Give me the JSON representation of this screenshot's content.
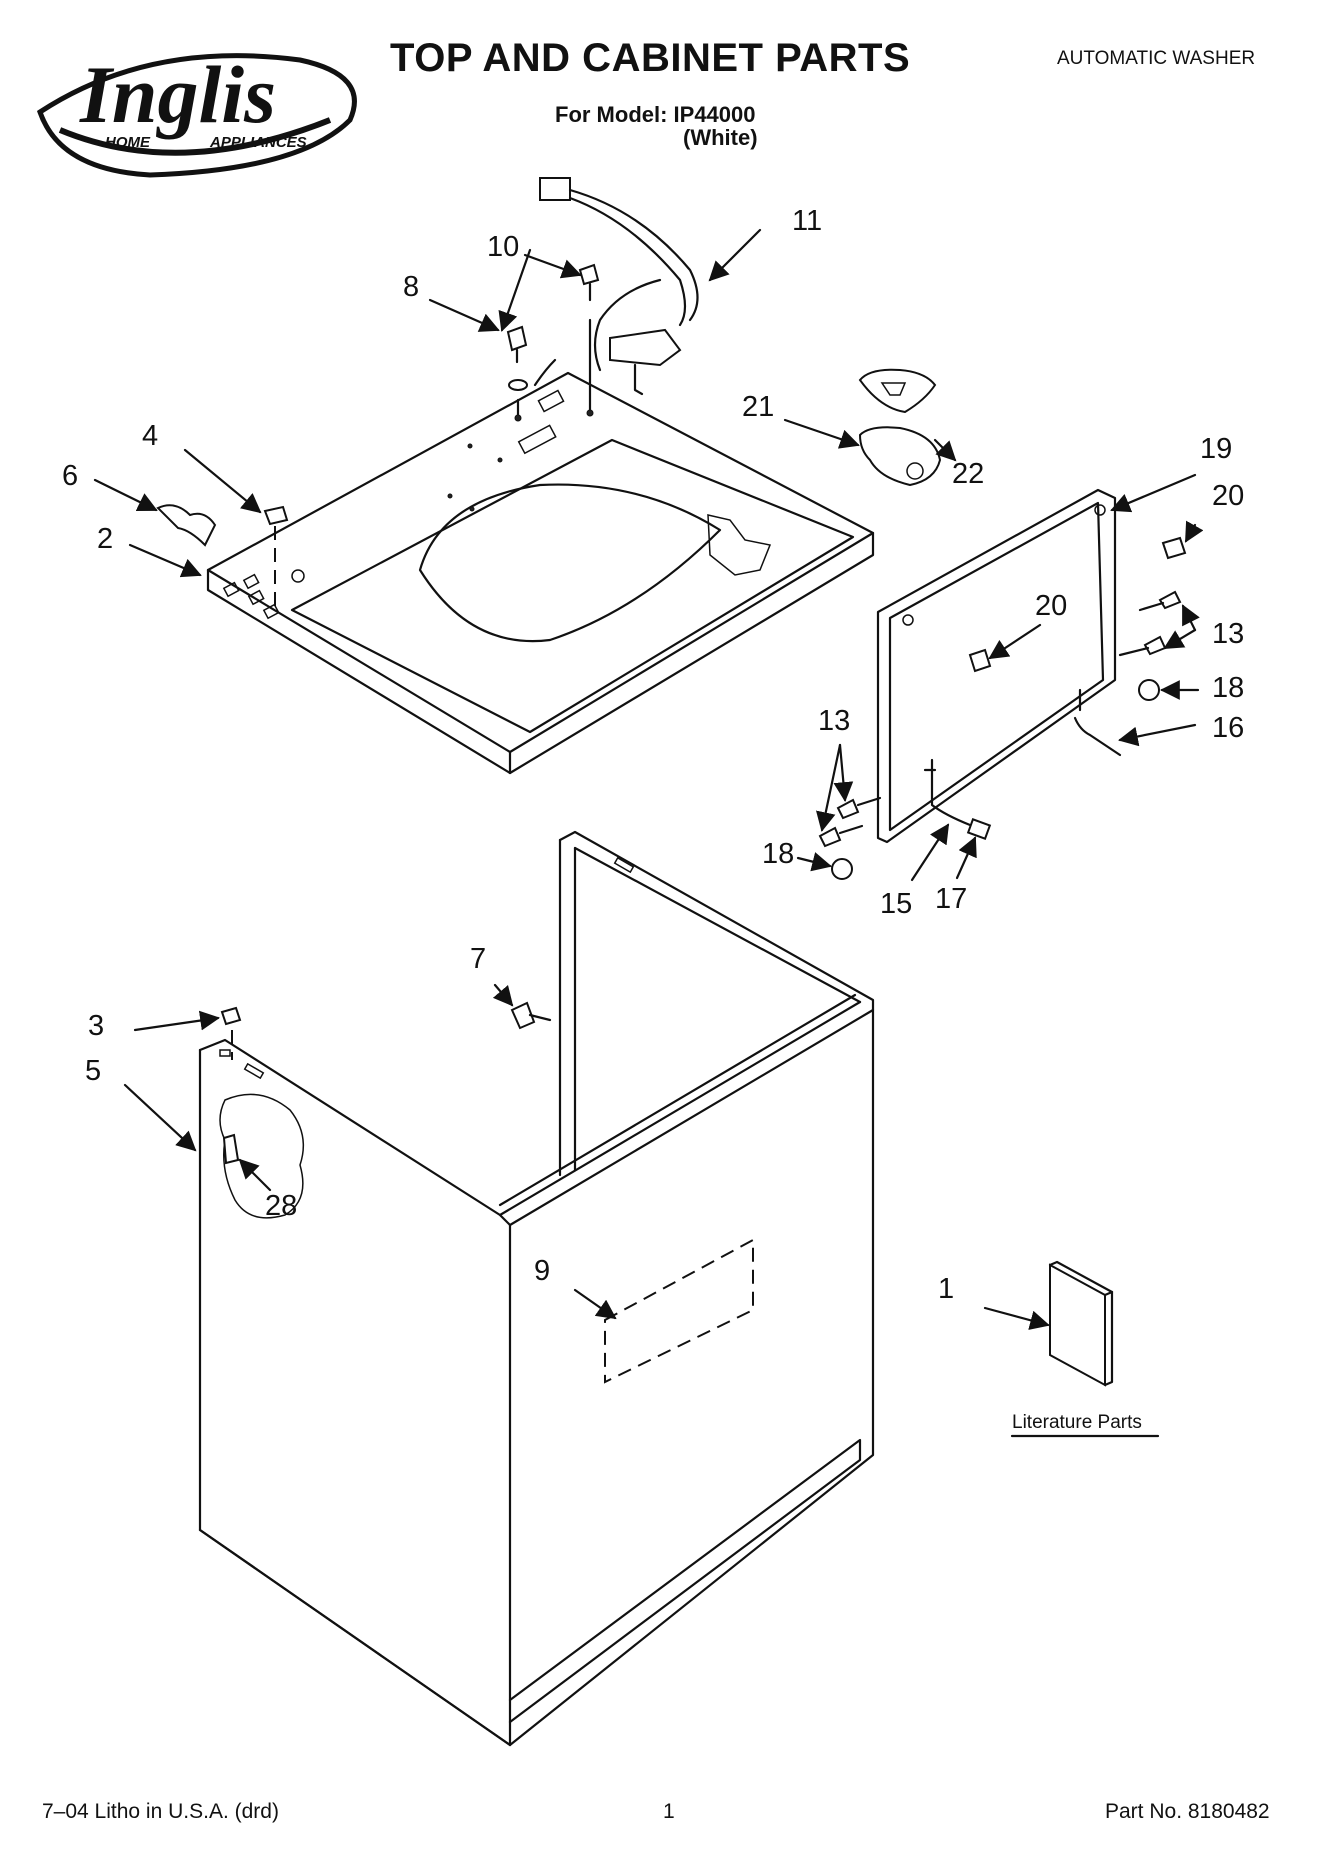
{
  "brand": {
    "name": "Inglis",
    "tagline_left": "HOME",
    "tagline_right": "APPLIANCES"
  },
  "header": {
    "title": "TOP AND CABINET PARTS",
    "model_line": "For Model: IP44000",
    "model_color": "(White)",
    "product_type": "AUTOMATIC WASHER"
  },
  "callouts": {
    "c1": "1",
    "c2": "2",
    "c3": "3",
    "c4": "4",
    "c5": "5",
    "c6": "6",
    "c7": "7",
    "c8": "8",
    "c9": "9",
    "c10": "10",
    "c11": "11",
    "c13a": "13",
    "c13b": "13",
    "c15": "15",
    "c16": "16",
    "c17": "17",
    "c18a": "18",
    "c18b": "18",
    "c19": "19",
    "c20a": "20",
    "c20b": "20",
    "c21": "21",
    "c22": "22",
    "c28": "28"
  },
  "literature_label": "Literature Parts",
  "footer": {
    "left": "7–04 Litho in U.S.A. (drd)",
    "center": "1",
    "right": "Part No. 8180482"
  }
}
